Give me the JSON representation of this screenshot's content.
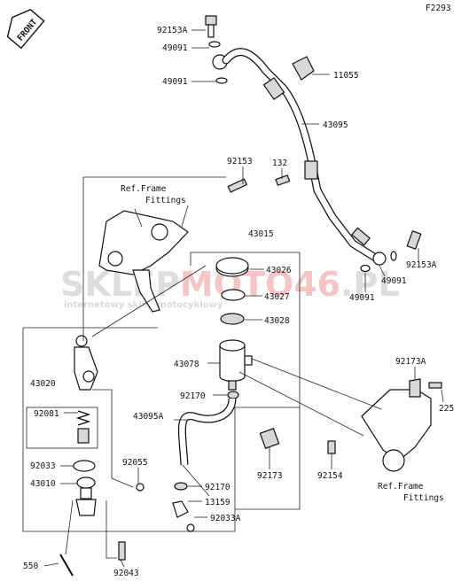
{
  "diagram_code": "F2293",
  "front_arrow": "FRONT",
  "watermark": {
    "brand_part1": "SKLEP",
    "brand_part2": "MOTO",
    "brand_part3": "46",
    "brand_part4": ".PL",
    "tagline": "internetowy sklep motocyklowy"
  },
  "notes": {
    "ref_frame_top_line1": "Ref.Frame",
    "ref_frame_top_line2": "Fittings",
    "ref_frame_bottom_line1": "Ref.Frame",
    "ref_frame_bottom_line2": "Fittings"
  },
  "parts": {
    "p92153A_top": "92153A",
    "p49091_a": "49091",
    "p49091_b": "49091",
    "p11055": "11055",
    "p43095": "43095",
    "p92153": "92153",
    "p132": "132",
    "p43015": "43015",
    "p43026": "43026",
    "p43027": "43027",
    "p43028": "43028",
    "p43078": "43078",
    "p92170_a": "92170",
    "p43095A": "43095A",
    "p92173": "92173",
    "p92154": "92154",
    "p92153A_right": "92153A",
    "p49091_c": "49091",
    "p49091_d": "49091",
    "p92173A": "92173A",
    "p225": "225",
    "p43020": "43020",
    "p92081": "92081",
    "p92033": "92033",
    "p43010": "43010",
    "p92055": "92055",
    "p92170_b": "92170",
    "p13159": "13159",
    "p92033A": "92033A",
    "p550": "550",
    "p92043": "92043"
  }
}
